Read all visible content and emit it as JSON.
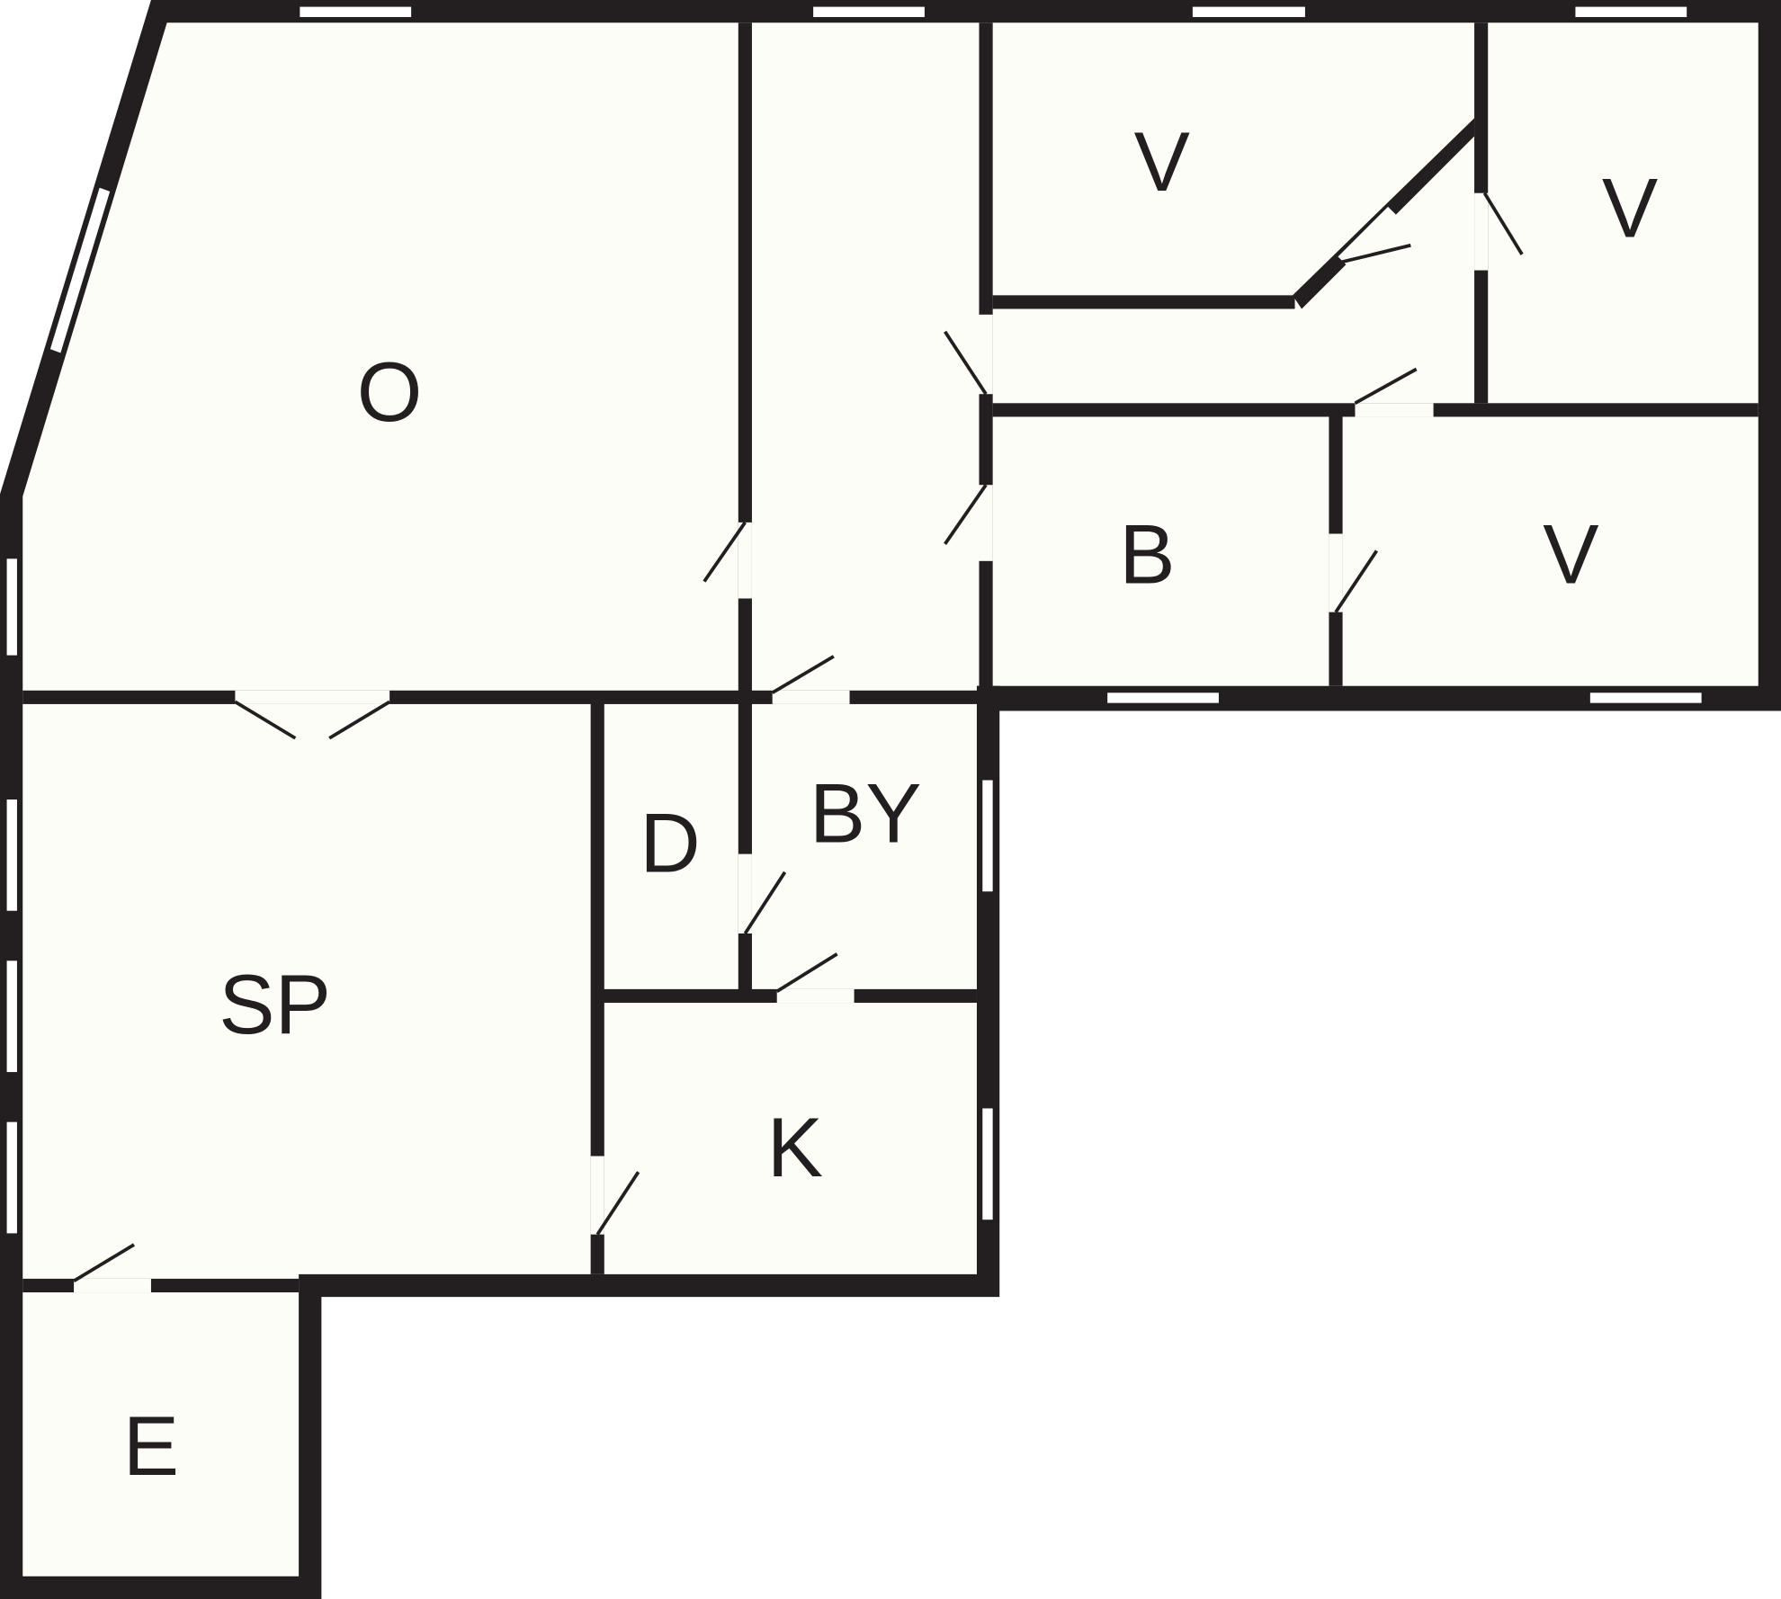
{
  "floor_plan": {
    "colors": {
      "wall": "#231f20",
      "floor": "#fdfdf7",
      "window": "#ffffff"
    },
    "rooms": {
      "o": "O",
      "v1": "V",
      "v2": "V",
      "v3": "V",
      "b": "B",
      "d": "D",
      "by": "BY",
      "sp": "SP",
      "k": "K",
      "e": "E"
    }
  }
}
